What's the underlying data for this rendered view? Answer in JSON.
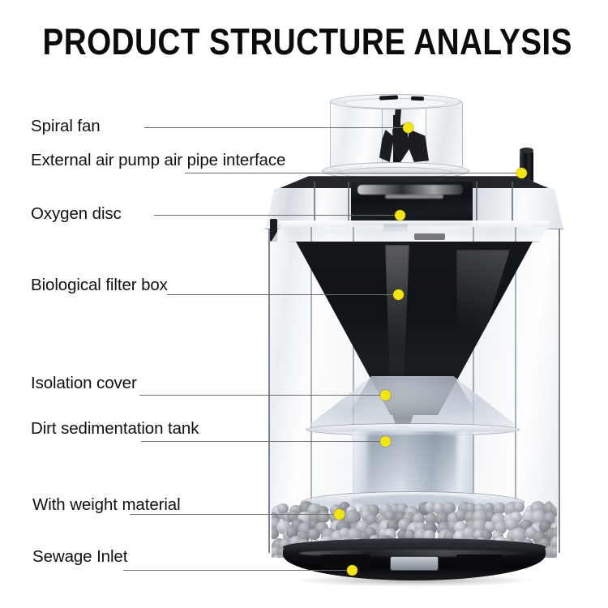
{
  "title": "PRODUCT STRUCTURE ANALYSIS",
  "colors": {
    "marker": "#f2e510",
    "leader_line": "#6d6d6d",
    "text": "#111111",
    "background": "#ffffff"
  },
  "callouts": [
    {
      "label": "Spiral fan",
      "marker": "spiral-fan"
    },
    {
      "label": "External air pump air pipe interface",
      "marker": "air-pipe-interface"
    },
    {
      "label": "Oxygen disc",
      "marker": "oxygen-disc"
    },
    {
      "label": "Biological filter box",
      "marker": "biological-filter-box"
    },
    {
      "label": "Isolation cover",
      "marker": "isolation-cover"
    },
    {
      "label": "Dirt sedimentation tank",
      "marker": "dirt-sedimentation-tank"
    },
    {
      "label": "With weight material",
      "marker": "weight-material"
    },
    {
      "label": "Sewage Inlet",
      "marker": "sewage-inlet"
    }
  ]
}
